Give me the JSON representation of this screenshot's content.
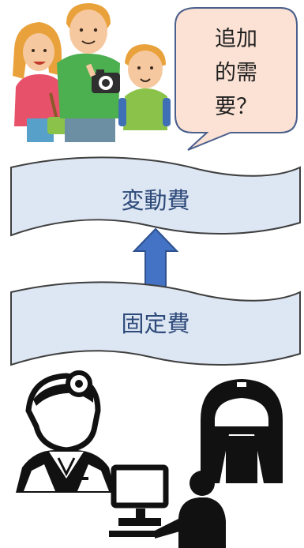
{
  "speech_bubble": {
    "lines": [
      "追加",
      "的需",
      "要？"
    ]
  },
  "banners": {
    "variable_cost": "変動費",
    "fixed_cost": "固定費"
  },
  "colors": {
    "banner_fill": "#dde6f3",
    "banner_stroke": "#3f3f3f",
    "arrow_fill": "#4472c4",
    "bubble_fill": "#fbe2d5",
    "bubble_stroke": "#4a5f8c",
    "text": "#2e4a7a"
  },
  "icons": [
    "family-tourists-icon",
    "camera-icon",
    "doctor-icon",
    "mri-scanner-icon",
    "computer-operator-icon"
  ]
}
